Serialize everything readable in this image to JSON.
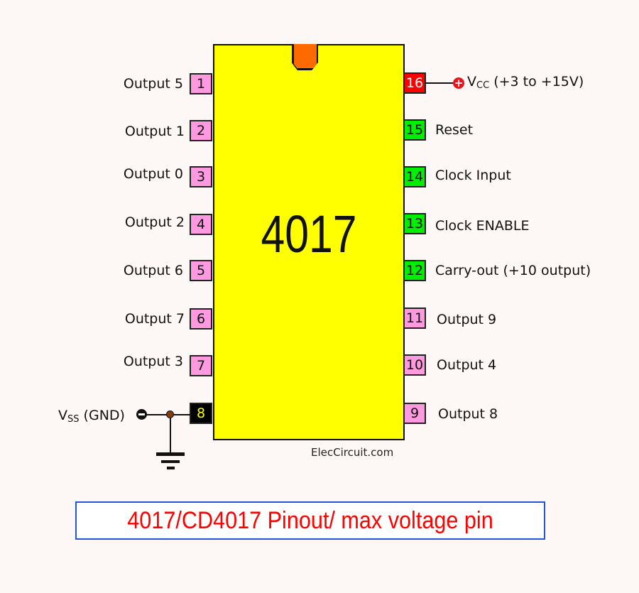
{
  "ic": {
    "part_number": "4017",
    "body_color": "#ffff00",
    "notch_color": "#ff6a00"
  },
  "pins_left": [
    {
      "number": "1",
      "label": "Output 5",
      "color": "pink"
    },
    {
      "number": "2",
      "label": "Output 1",
      "color": "pink"
    },
    {
      "number": "3",
      "label": "Output 0",
      "color": "pink"
    },
    {
      "number": "4",
      "label": "Output 2",
      "color": "pink"
    },
    {
      "number": "5",
      "label": "Output 6",
      "color": "pink"
    },
    {
      "number": "6",
      "label": "Output 7",
      "color": "pink"
    },
    {
      "number": "7",
      "label": "Output 3",
      "color": "pink"
    },
    {
      "number": "8",
      "label": "GND",
      "color": "black"
    }
  ],
  "pins_right": [
    {
      "number": "16",
      "label": "VCC",
      "color": "red"
    },
    {
      "number": "15",
      "label": "Reset",
      "color": "green"
    },
    {
      "number": "14",
      "label": "Clock Input",
      "color": "green"
    },
    {
      "number": "13",
      "label": "Clock ENABLE",
      "color": "green"
    },
    {
      "number": "12",
      "label": "Carry-out (+10 output)",
      "color": "green"
    },
    {
      "number": "11",
      "label": "Output 9",
      "color": "pink"
    },
    {
      "number": "10",
      "label": "Output 4",
      "color": "pink"
    },
    {
      "number": "9",
      "label": "Output 8",
      "color": "pink"
    }
  ],
  "power": {
    "vcc_main": "V",
    "vcc_sub": "CC",
    "vcc_range": " (+3 to +15V)",
    "vcc_symbol": "+",
    "vss_main": "V",
    "vss_sub": "SS",
    "vss_suffix": " (GND)"
  },
  "colors": {
    "pink": "#ff99e0",
    "green": "#00ee00",
    "red": "#ff0000",
    "black": "#000000",
    "title_text": "#ff0000",
    "title_border": "#2255dd"
  },
  "watermark": "ElecCircuit.com",
  "title": "4017/CD4017 Pinout/ max voltage pin"
}
